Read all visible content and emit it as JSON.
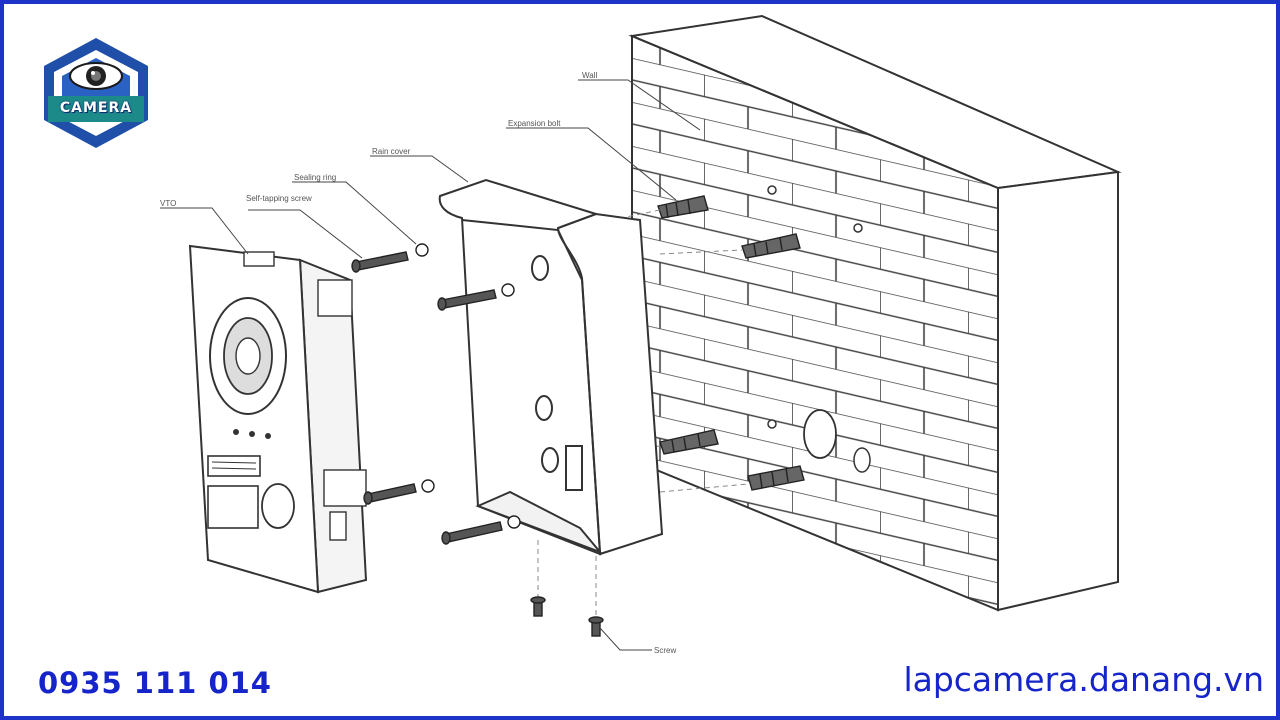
{
  "logo": {
    "text": "CAMERA",
    "brand_color": "#1f4fa8"
  },
  "footer": {
    "phone": "0935 111 014",
    "website": "lapcamera.danang.vn",
    "text_color": "#1525c9"
  },
  "frame": {
    "border_color": "#1e33c8"
  },
  "callouts": {
    "wall": "Wall",
    "expansion_bolt": "Expansion bolt",
    "rain_cover": "Rain cover",
    "sealing_ring": "Sealing ring",
    "self_tapping_screw": "Self-tapping screw",
    "vto": "VTO",
    "screw": "Screw"
  }
}
